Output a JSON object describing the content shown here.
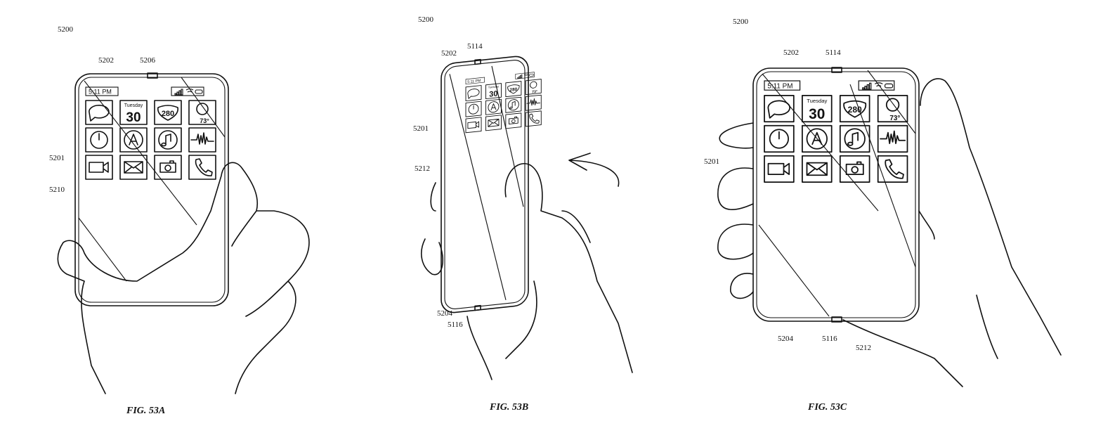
{
  "figures": [
    {
      "caption": "FIG. 53A",
      "refs": {
        "device": "5200",
        "housing": "5202",
        "sensor": "5206",
        "ui": "5201",
        "display": "5210"
      }
    },
    {
      "caption": "FIG. 53B",
      "refs": {
        "device": "5200",
        "housing": "5202",
        "sensor_top": "5114",
        "ui": "5201",
        "display": "5212",
        "edge": "5204",
        "sensor_bottom": "5116"
      }
    },
    {
      "caption": "FIG. 53C",
      "refs": {
        "device": "5200",
        "housing": "5202",
        "sensor_top": "5114",
        "ui": "5201",
        "edge": "5204",
        "sensor_bottom": "5116",
        "display": "5212"
      }
    }
  ],
  "screen": {
    "time": "5:11 PM",
    "calendar_day": "Tuesday",
    "calendar_date": "30",
    "route": "280",
    "temperature": "73°",
    "icons": [
      "messages-icon",
      "calendar-icon",
      "maps-icon",
      "weather-icon",
      "clock-icon",
      "app-store-icon",
      "music-icon",
      "voice-memo-icon",
      "video-camera-icon",
      "mail-icon",
      "camera-icon",
      "phone-icon"
    ],
    "status_icons": [
      "signal-icon",
      "wifi-icon",
      "battery-icon"
    ]
  }
}
